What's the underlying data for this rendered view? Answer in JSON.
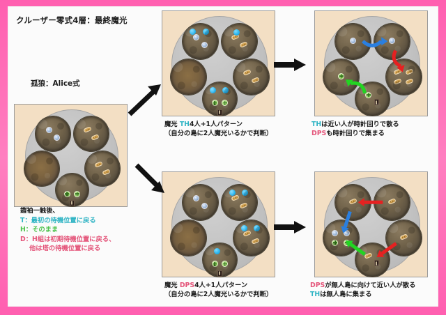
{
  "meta": {
    "border_color": "#ff69b4",
    "page_bg": "#fbfbfb",
    "panel_bg": "#f3dfc4",
    "arena_color": "#c2c2c2",
    "island_color": "#6f6149"
  },
  "header": {
    "title": "クルーザー零式4層：最終魔光",
    "subtitle": "孤狼：Alice式"
  },
  "legend": {
    "heading": "鎧袖一触後、",
    "items": [
      {
        "key": "T",
        "key_color": "#2fb4c4",
        "text": "：最初の待機位置に戻る"
      },
      {
        "key": "H",
        "key_color": "#4cc24c",
        "text": "：そのまま"
      },
      {
        "key": "D",
        "key_color": "#e4557a",
        "text": "：H組は初期待機位置に戻る、"
      }
    ],
    "continuation": "他は塔の待機位置に戻る"
  },
  "colors": {
    "tank": "#2fb4c4",
    "heal": "#4cc24c",
    "dps": "#e4557a",
    "magic": "#29b6f0",
    "arrow_blue": "#2a7fe0",
    "arrow_red": "#e62121",
    "arrow_green": "#22d422",
    "arrow_black": "#111111"
  },
  "panels": [
    {
      "id": "start",
      "name": "initial-positions",
      "caption_lines": [],
      "islands": [
        {
          "pos": "top-left",
          "bare": false,
          "tokens": [
            "tank",
            "tank"
          ],
          "magic": []
        },
        {
          "pos": "top-right",
          "bare": false,
          "tokens": [
            "dps",
            "dps"
          ],
          "magic": []
        },
        {
          "pos": "left",
          "bare": true,
          "tokens": [],
          "magic": []
        },
        {
          "pos": "right",
          "bare": false,
          "tokens": [
            "dps",
            "dps"
          ],
          "magic": []
        },
        {
          "pos": "bottom",
          "bare": false,
          "tokens": [
            "heal",
            "heal",
            "boss"
          ],
          "magic": []
        }
      ],
      "arrows": []
    },
    {
      "id": "th-pattern",
      "name": "magic-th-pattern",
      "caption_lines": [
        [
          {
            "t": "魔光 ",
            "c": "#1b1b1b"
          },
          {
            "t": "TH",
            "c": "#2fb4c4"
          },
          {
            "t": "4人+1人パターン",
            "c": "#1b1b1b"
          }
        ],
        [
          {
            "t": "（自分の島に2人魔光いるかで判断）",
            "c": "#1b1b1b"
          }
        ]
      ],
      "islands": [
        {
          "pos": "top-left",
          "bare": false,
          "tokens": [
            "tank",
            "tank"
          ],
          "magic": [
            "a",
            "b"
          ]
        },
        {
          "pos": "top-right",
          "bare": false,
          "tokens": [
            "dps",
            "dps"
          ],
          "magic": [
            "a"
          ]
        },
        {
          "pos": "left",
          "bare": true,
          "tokens": [],
          "magic": []
        },
        {
          "pos": "right",
          "bare": false,
          "tokens": [
            "dps",
            "dps"
          ],
          "magic": []
        },
        {
          "pos": "bottom",
          "bare": false,
          "tokens": [
            "heal",
            "heal",
            "boss"
          ],
          "magic": [
            "a",
            "b"
          ]
        }
      ],
      "arrows": []
    },
    {
      "id": "th-resolve",
      "name": "magic-th-resolution",
      "caption_lines": [
        [
          {
            "t": "TH",
            "c": "#2fb4c4"
          },
          {
            "t": "は近い人が時計回りで散る",
            "c": "#1b1b1b"
          }
        ],
        [
          {
            "t": "DPS",
            "c": "#e4557a"
          },
          {
            "t": "も時計回りで集まる",
            "c": "#1b1b1b"
          }
        ]
      ],
      "islands": [
        {
          "pos": "top-left",
          "bare": false,
          "tokens": [
            "tank"
          ],
          "magic": []
        },
        {
          "pos": "top-right",
          "bare": false,
          "tokens": [
            "tank"
          ],
          "magic": []
        },
        {
          "pos": "left",
          "bare": false,
          "tokens": [
            "heal"
          ],
          "magic": []
        },
        {
          "pos": "right",
          "bare": false,
          "tokens": [
            "dps",
            "dps",
            "dps",
            "dps"
          ],
          "magic": []
        },
        {
          "pos": "bottom",
          "bare": false,
          "tokens": [
            "heal",
            "boss"
          ],
          "magic": []
        }
      ],
      "arrows": [
        {
          "color": "#2a7fe0",
          "kind": "curved",
          "from": "top-left",
          "to": "top-right"
        },
        {
          "color": "#e62121",
          "kind": "curved",
          "from": "top-right",
          "to": "right"
        },
        {
          "color": "#22d422",
          "kind": "curved",
          "from": "bottom",
          "to": "left"
        }
      ]
    },
    {
      "id": "dps-pattern",
      "name": "magic-dps-pattern",
      "caption_lines": [
        [
          {
            "t": "魔光 ",
            "c": "#1b1b1b"
          },
          {
            "t": "DPS",
            "c": "#e4557a"
          },
          {
            "t": "4人+1人パターン",
            "c": "#1b1b1b"
          }
        ],
        [
          {
            "t": "（自分の島に2人魔光いるかで判断）",
            "c": "#1b1b1b"
          }
        ]
      ],
      "islands": [
        {
          "pos": "top-left",
          "bare": false,
          "tokens": [
            "tank",
            "tank"
          ],
          "magic": []
        },
        {
          "pos": "top-right",
          "bare": false,
          "tokens": [
            "dps",
            "dps"
          ],
          "magic": [
            "a",
            "b"
          ]
        },
        {
          "pos": "left",
          "bare": true,
          "tokens": [],
          "magic": []
        },
        {
          "pos": "right",
          "bare": false,
          "tokens": [
            "dps",
            "dps"
          ],
          "magic": [
            "a",
            "b"
          ]
        },
        {
          "pos": "bottom",
          "bare": false,
          "tokens": [
            "heal",
            "heal",
            "boss"
          ],
          "magic": [
            "a"
          ]
        }
      ],
      "arrows": []
    },
    {
      "id": "dps-resolve",
      "name": "magic-dps-resolution",
      "caption_lines": [
        [
          {
            "t": "DPS",
            "c": "#e4557a"
          },
          {
            "t": "が無人島に向けて近い人が散る",
            "c": "#1b1b1b"
          }
        ],
        [
          {
            "t": "TH",
            "c": "#2fb4c4"
          },
          {
            "t": "は無人島に集まる",
            "c": "#1b1b1b"
          }
        ]
      ],
      "islands": [
        {
          "pos": "top-left",
          "bare": false,
          "tokens": [
            "dps"
          ],
          "magic": []
        },
        {
          "pos": "top-right",
          "bare": false,
          "tokens": [
            "dps"
          ],
          "magic": []
        },
        {
          "pos": "left",
          "bare": false,
          "tokens": [
            "tank",
            "tank",
            "heal",
            "heal"
          ],
          "magic": []
        },
        {
          "pos": "right",
          "bare": false,
          "tokens": [
            "dps"
          ],
          "magic": []
        },
        {
          "pos": "bottom",
          "bare": false,
          "tokens": [
            "dps",
            "boss"
          ],
          "magic": []
        }
      ],
      "arrows": [
        {
          "color": "#e62121",
          "kind": "straight",
          "from": "top-right",
          "to": "top-left"
        },
        {
          "color": "#2a7fe0",
          "kind": "straight",
          "from": "top-left",
          "to": "left"
        },
        {
          "color": "#e62121",
          "kind": "straight",
          "from": "right",
          "to": "bottom"
        },
        {
          "color": "#22d422",
          "kind": "straight",
          "from": "bottom",
          "to": "left"
        }
      ]
    }
  ],
  "flow_arrows": [
    {
      "name": "flow-arrow-upper",
      "direction": "up-right"
    },
    {
      "name": "flow-arrow-lower",
      "direction": "down-right"
    },
    {
      "name": "flow-arrow-top-right",
      "direction": "right"
    },
    {
      "name": "flow-arrow-bottom-right",
      "direction": "right"
    }
  ]
}
